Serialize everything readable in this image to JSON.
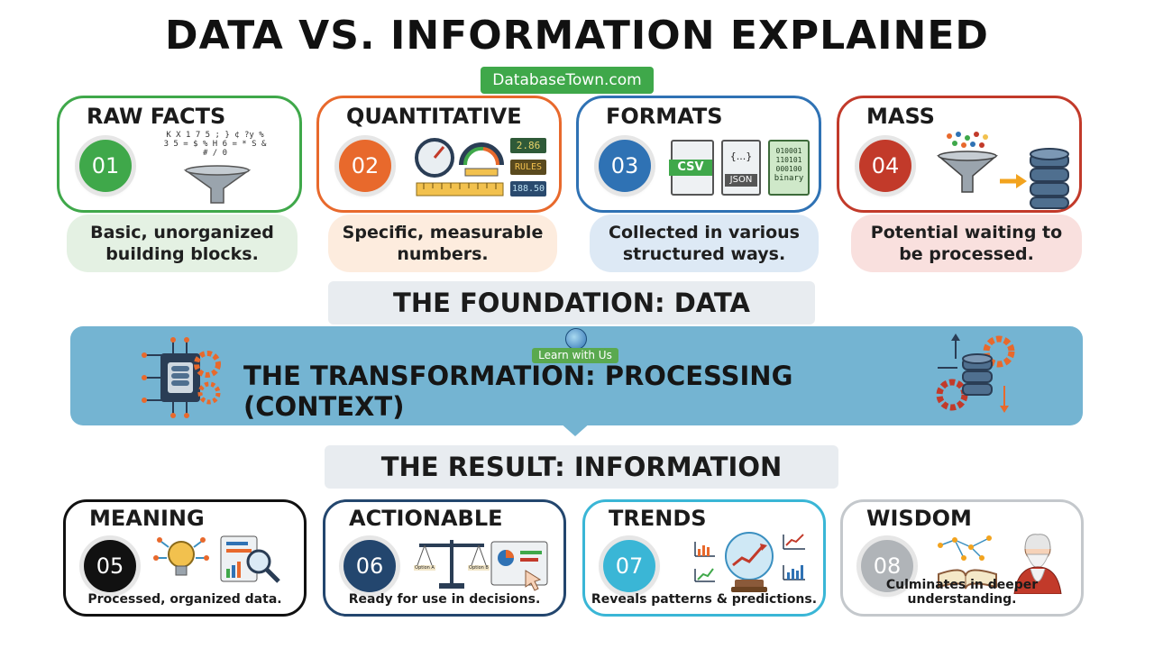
{
  "title": "DATA VS. INFORMATION EXPLAINED",
  "site_badge": "DatabaseTown.com",
  "learn_badge": "Learn with Us",
  "foundation_label": "THE FOUNDATION: DATA",
  "transformation_label": "THE TRANSFORMATION: PROCESSING (CONTEXT)",
  "result_label": "THE RESULT: INFORMATION",
  "colors": {
    "green": "#3fa84a",
    "orange": "#e8692c",
    "blue": "#2f72b4",
    "red": "#c23a2a",
    "black": "#111111",
    "navy": "#23466e",
    "teal": "#3ab6d6",
    "gray": "#b0b4b8",
    "band": "#74b4d2"
  },
  "data_cards": [
    {
      "num": "01",
      "title": "RAW FACTS",
      "desc": "Basic, unorganized building blocks.",
      "icon": "funnel-icon"
    },
    {
      "num": "02",
      "title": "QUANTITATIVE",
      "desc": "Specific, measurable numbers.",
      "icon": "gauge-icon"
    },
    {
      "num": "03",
      "title": "FORMATS",
      "desc": "Collected in various structured ways.",
      "icon": "file-formats-icon",
      "files": [
        "CSV",
        "{...}",
        "JSON",
        "010001",
        "110101",
        "000100",
        "binary"
      ]
    },
    {
      "num": "04",
      "title": "MASS",
      "desc": "Potential waiting to be processed.",
      "icon": "database-icon"
    }
  ],
  "quant_readouts": [
    "2.86",
    "RULES",
    "188.50"
  ],
  "raw_glyphs": "K X 1 7 5 ; } ¢ ?y % 3 5 = $ % H 6 = * S & # / 0",
  "info_cards": [
    {
      "num": "05",
      "title": "MEANING",
      "desc": "Processed, organized data.",
      "icon": "lightbulb-icon"
    },
    {
      "num": "06",
      "title": "ACTIONABLE",
      "desc": "Ready for use in decisions.",
      "icon": "scales-icon",
      "scale_labels": [
        "Option A",
        "Option B"
      ]
    },
    {
      "num": "07",
      "title": "TRENDS",
      "desc": "Reveals patterns & predictions.",
      "icon": "crystal-ball-icon"
    },
    {
      "num": "08",
      "title": "WISDOM",
      "desc": "Culminates in deeper understanding.",
      "icon": "sage-icon"
    }
  ]
}
